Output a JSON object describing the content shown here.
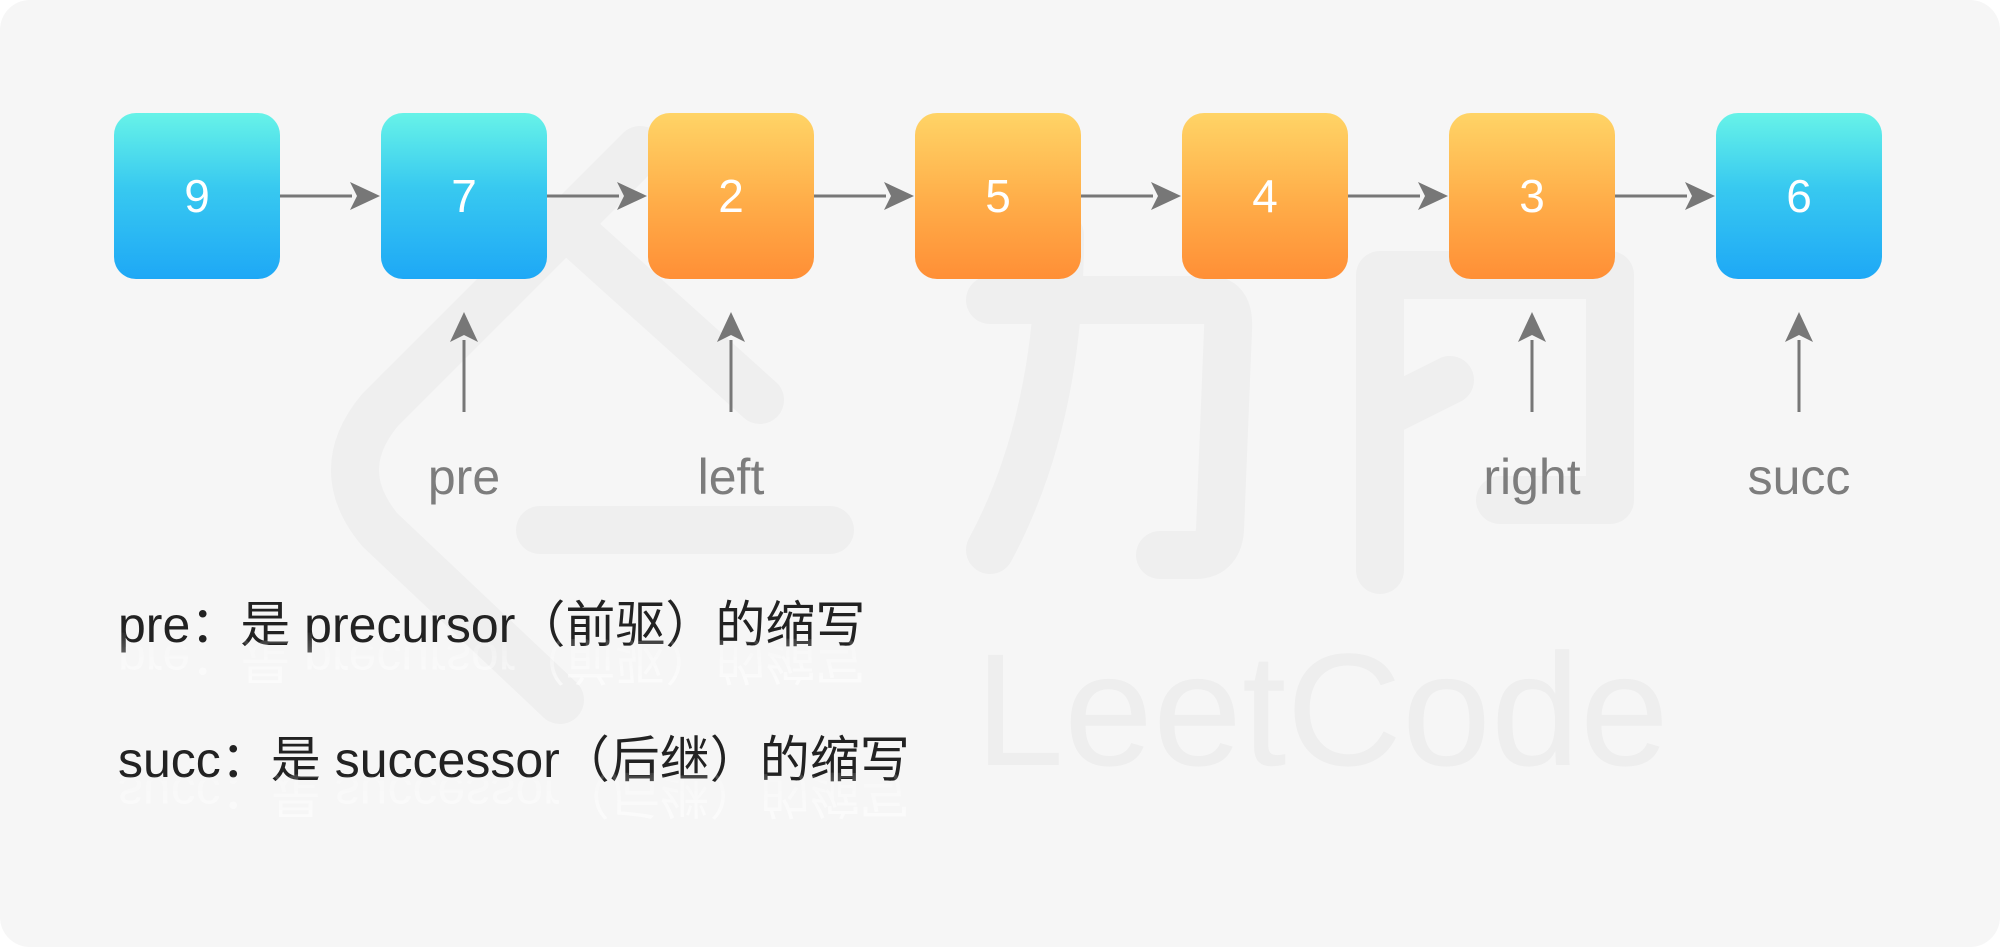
{
  "diagram": {
    "nodes": [
      {
        "value": "9",
        "color": "blue"
      },
      {
        "value": "7",
        "color": "blue"
      },
      {
        "value": "2",
        "color": "orange"
      },
      {
        "value": "5",
        "color": "orange"
      },
      {
        "value": "4",
        "color": "orange"
      },
      {
        "value": "3",
        "color": "orange"
      },
      {
        "value": "6",
        "color": "blue"
      }
    ],
    "pointers": {
      "pre": "pre",
      "left": "left",
      "right": "right",
      "succ": "succ"
    },
    "notes": {
      "pre_note": "pre：是 precursor（前驱）的缩写",
      "succ_note": "succ：是 successor（后继）的缩写"
    },
    "watermark": "LeetCode",
    "colors": {
      "blue_top": "#67f3e8",
      "blue_bottom": "#1ea8f6",
      "orange_top": "#ffd466",
      "orange_bottom": "#ff8f36",
      "arrow": "#777777",
      "label": "#7d7d7d",
      "note_text": "#222222",
      "background": "#f6f6f6"
    }
  }
}
